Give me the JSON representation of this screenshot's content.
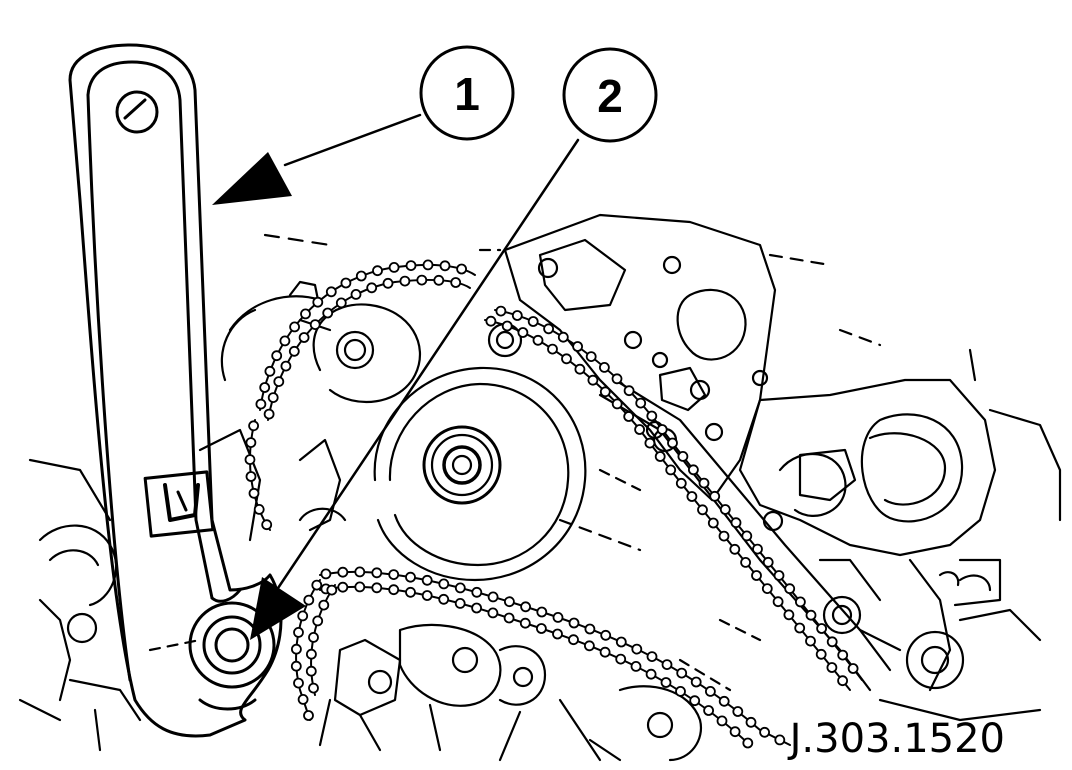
{
  "diagram": {
    "callouts": [
      {
        "id": "1",
        "label": "1"
      },
      {
        "id": "2",
        "label": "2"
      }
    ],
    "reference_code": "J.303.1520",
    "colors": {
      "line": "#000000",
      "background": "#ffffff"
    }
  }
}
